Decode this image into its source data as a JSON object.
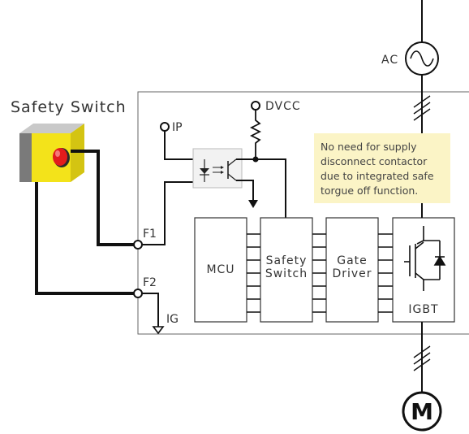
{
  "title": "Safety Switch",
  "terminals": {
    "ac": "AC",
    "dvcc": "DVCC",
    "ip": "IP",
    "ig": "IG",
    "f1": "F1",
    "f2": "F2"
  },
  "blocks": {
    "mcu": "MCU",
    "safety_switch_l1": "Safety",
    "safety_switch_l2": "Switch",
    "gate_driver_l1": "Gate",
    "gate_driver_l2": "Driver",
    "igbt": "IGBT"
  },
  "motor": "M",
  "note": {
    "line1": "No need for supply",
    "line2": "disconnect contactor",
    "line3": "due to integrated safe",
    "line4": "torgue off function."
  },
  "colors": {
    "line": "#111111",
    "box": "#555555",
    "switch_housing": "#f2e01a",
    "switch_side": "#777777",
    "button_red": "#e21c1c",
    "note_bg": "#fbf4c6"
  }
}
